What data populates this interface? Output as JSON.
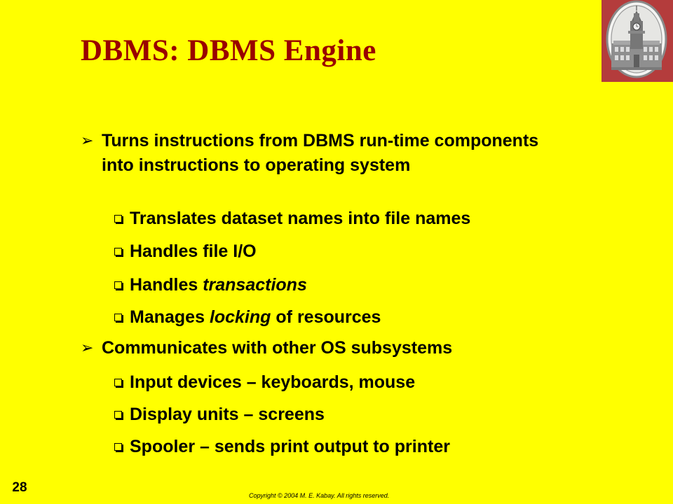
{
  "slide": {
    "title": "DBMS: DBMS Engine",
    "bullets": [
      {
        "text": "Turns instructions from DBMS run-time components into instructions to operating system",
        "subs": [
          {
            "text": "Translates dataset names into file names"
          },
          {
            "text": "Handles file I/O"
          },
          {
            "pre": "Handles ",
            "em": "transactions",
            "post": ""
          },
          {
            "pre": "Manages ",
            "em": "locking",
            "post": " of resources"
          }
        ]
      },
      {
        "text": "Communicates with other OS subsystems",
        "subs": [
          {
            "text": "Input devices – keyboards, mouse"
          },
          {
            "text": "Display units – screens"
          },
          {
            "text": "Spooler – sends print output to printer"
          }
        ]
      }
    ],
    "page_number": "28",
    "copyright": "Copyright © 2004 M. E. Kabay. All rights reserved.",
    "colors": {
      "background": "#ffff00",
      "title": "#990000",
      "logo_background": "#b43c3c"
    },
    "logo_icon": "clock-tower-seal-icon"
  }
}
